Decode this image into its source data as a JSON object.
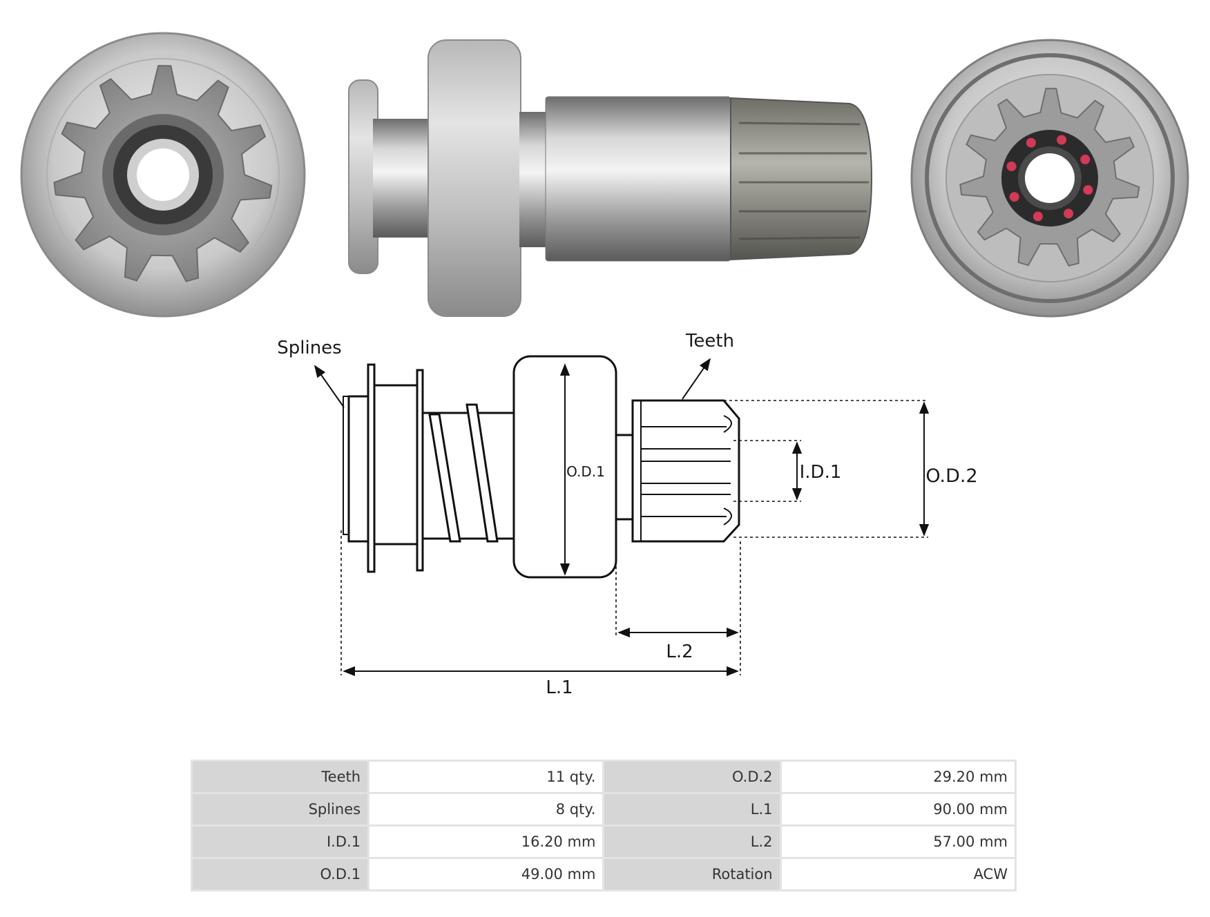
{
  "diagram": {
    "labels": {
      "splines": "Splines",
      "teeth": "Teeth",
      "od1": "O.D.1",
      "id1": "I.D.1",
      "od2": "O.D.2",
      "l1": "L.1",
      "l2": "L.2"
    }
  },
  "specs": {
    "rows": [
      {
        "k1": "Teeth",
        "v1": "11 qty.",
        "k2": "O.D.2",
        "v2": "29.20 mm"
      },
      {
        "k1": "Splines",
        "v1": "8 qty.",
        "k2": "L.1",
        "v2": "90.00 mm"
      },
      {
        "k1": "I.D.1",
        "v1": "16.20 mm",
        "k2": "L.2",
        "v2": "57.00 mm"
      },
      {
        "k1": "O.D.1",
        "v1": "49.00 mm",
        "k2": "Rotation",
        "v2": "ACW"
      }
    ]
  },
  "colors": {
    "metal_light": "#e6e6e6",
    "metal_mid": "#a9a9a9",
    "metal_dark": "#5a5a5a",
    "accent_red": "#d23a55"
  }
}
